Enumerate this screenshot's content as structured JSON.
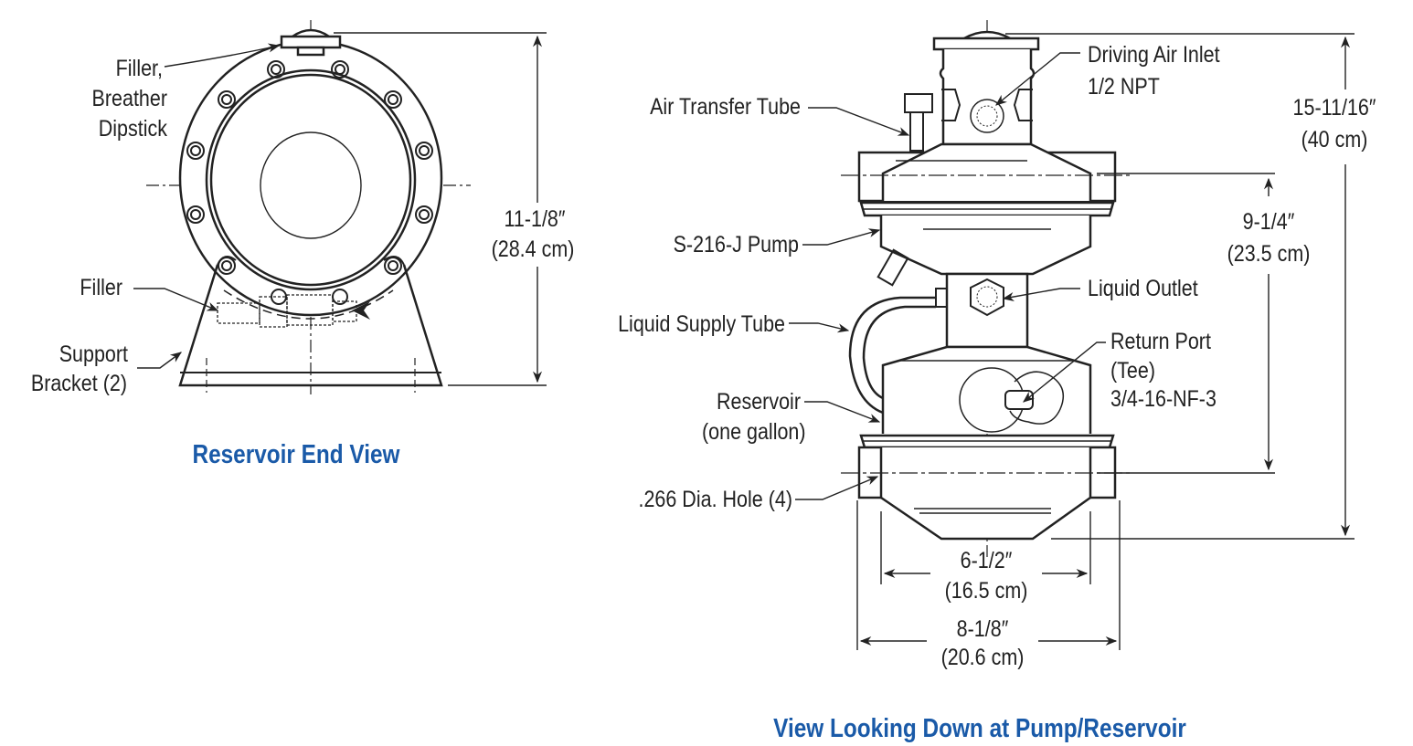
{
  "colors": {
    "title": "#1a5aa8",
    "line": "#222222"
  },
  "end_view": {
    "title": "Reservoir End View",
    "filler_breather": [
      "Filler,",
      "Breather",
      "Dipstick"
    ],
    "filler": "Filler",
    "support_bracket": [
      "Support",
      "Bracket (2)"
    ],
    "height_dim": [
      "11-1/8″",
      "(28.4 cm)"
    ]
  },
  "top_view": {
    "title": "View Looking Down at Pump/Reservoir",
    "driving_air_inlet": [
      "Driving Air Inlet",
      "1/2 NPT"
    ],
    "air_transfer_tube": "Air Transfer Tube",
    "pump": "S-216-J Pump",
    "liquid_outlet": "Liquid Outlet",
    "liquid_supply_tube": "Liquid Supply Tube",
    "return_port": [
      "Return Port",
      "(Tee)",
      "3/4-16-NF-3"
    ],
    "reservoir": [
      "Reservoir",
      "(one gallon)"
    ],
    "hole": ".266 Dia. Hole (4)",
    "overall_height": [
      "15-11/16″",
      "(40 cm)"
    ],
    "mount_height": [
      "9-1/4″",
      "(23.5 cm)"
    ],
    "body_width": [
      "6-1/2″",
      "(16.5 cm)"
    ],
    "overall_width": [
      "8-1/8″",
      "(20.6 cm)"
    ]
  }
}
